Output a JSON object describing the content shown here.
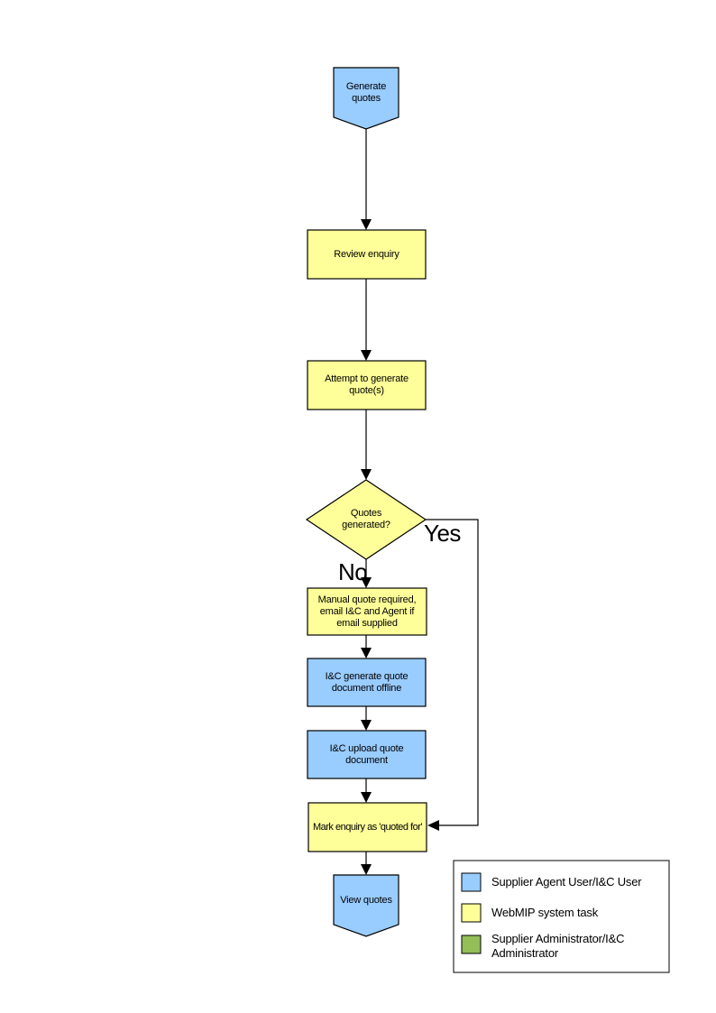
{
  "colors": {
    "agent_user_fill": "#99CCFF",
    "system_task_fill": "#FFFF99",
    "administrator_fill": "#94BE58",
    "line": "#000000"
  },
  "nodes": {
    "start": {
      "label": "Generate quotes"
    },
    "review": {
      "label": "Review enquiry"
    },
    "attempt": {
      "label": "Attempt to generate quote(s)"
    },
    "decision": {
      "label": "Quotes generated?"
    },
    "manual": {
      "label": "Manual quote required, email I&C and Agent if email supplied"
    },
    "offline": {
      "label": "I&C generate quote document offline"
    },
    "upload": {
      "label": "I&C upload quote document"
    },
    "mark": {
      "label": "Mark enquiry as 'quoted for'"
    },
    "end": {
      "label": "View quotes"
    }
  },
  "branches": {
    "yes": "Yes",
    "no": "No"
  },
  "legend": {
    "items": [
      {
        "label": "Supplier Agent User/I&C User"
      },
      {
        "label": "WebMIP system task"
      },
      {
        "label": "Supplier Administrator/I&C Administrator"
      }
    ]
  }
}
